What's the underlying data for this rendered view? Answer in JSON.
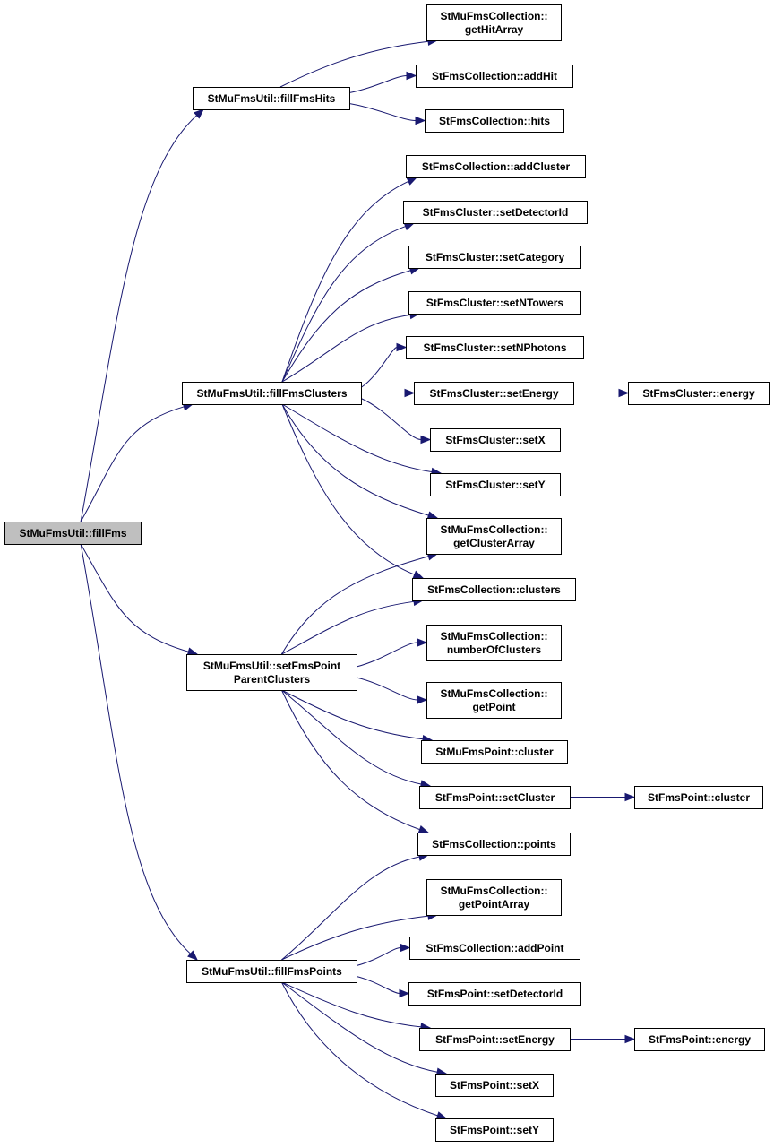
{
  "graph": {
    "nodes": [
      {
        "id": "fillFms",
        "lines": [
          "StMuFmsUtil::fillFms"
        ],
        "root": true
      },
      {
        "id": "fillFmsHits",
        "lines": [
          "StMuFmsUtil::fillFmsHits"
        ]
      },
      {
        "id": "fillFmsClusters",
        "lines": [
          "StMuFmsUtil::fillFmsClusters"
        ]
      },
      {
        "id": "setFmsPointParentClusters",
        "lines": [
          "StMuFmsUtil::setFmsPoint",
          "ParentClusters"
        ]
      },
      {
        "id": "fillFmsPoints",
        "lines": [
          "StMuFmsUtil::fillFmsPoints"
        ]
      },
      {
        "id": "getHitArray",
        "lines": [
          "StMuFmsCollection::",
          "getHitArray"
        ]
      },
      {
        "id": "addHit",
        "lines": [
          "StFmsCollection::addHit"
        ]
      },
      {
        "id": "hits",
        "lines": [
          "StFmsCollection::hits"
        ]
      },
      {
        "id": "addCluster",
        "lines": [
          "StFmsCollection::addCluster"
        ]
      },
      {
        "id": "cl_setDetectorId",
        "lines": [
          "StFmsCluster::setDetectorId"
        ]
      },
      {
        "id": "cl_setCategory",
        "lines": [
          "StFmsCluster::setCategory"
        ]
      },
      {
        "id": "cl_setNTowers",
        "lines": [
          "StFmsCluster::setNTowers"
        ]
      },
      {
        "id": "cl_setNPhotons",
        "lines": [
          "StFmsCluster::setNPhotons"
        ]
      },
      {
        "id": "cl_setEnergy",
        "lines": [
          "StFmsCluster::setEnergy"
        ]
      },
      {
        "id": "cl_energy",
        "lines": [
          "StFmsCluster::energy"
        ]
      },
      {
        "id": "cl_setX",
        "lines": [
          "StFmsCluster::setX"
        ]
      },
      {
        "id": "cl_setY",
        "lines": [
          "StFmsCluster::setY"
        ]
      },
      {
        "id": "getClusterArray",
        "lines": [
          "StMuFmsCollection::",
          "getClusterArray"
        ]
      },
      {
        "id": "clusters",
        "lines": [
          "StFmsCollection::clusters"
        ]
      },
      {
        "id": "numberOfClusters",
        "lines": [
          "StMuFmsCollection::",
          "numberOfClusters"
        ]
      },
      {
        "id": "getPoint",
        "lines": [
          "StMuFmsCollection::",
          "getPoint"
        ]
      },
      {
        "id": "mupt_cluster",
        "lines": [
          "StMuFmsPoint::cluster"
        ]
      },
      {
        "id": "pt_setCluster",
        "lines": [
          "StFmsPoint::setCluster"
        ]
      },
      {
        "id": "pt_cluster",
        "lines": [
          "StFmsPoint::cluster"
        ]
      },
      {
        "id": "points",
        "lines": [
          "StFmsCollection::points"
        ]
      },
      {
        "id": "getPointArray",
        "lines": [
          "StMuFmsCollection::",
          "getPointArray"
        ]
      },
      {
        "id": "addPoint",
        "lines": [
          "StFmsCollection::addPoint"
        ]
      },
      {
        "id": "pt_setDetectorId",
        "lines": [
          "StFmsPoint::setDetectorId"
        ]
      },
      {
        "id": "pt_setEnergy",
        "lines": [
          "StFmsPoint::setEnergy"
        ]
      },
      {
        "id": "pt_energy",
        "lines": [
          "StFmsPoint::energy"
        ]
      },
      {
        "id": "pt_setX",
        "lines": [
          "StFmsPoint::setX"
        ]
      },
      {
        "id": "pt_setY",
        "lines": [
          "StFmsPoint::setY"
        ]
      }
    ],
    "edges": [
      [
        "fillFms",
        "fillFmsHits"
      ],
      [
        "fillFms",
        "fillFmsClusters"
      ],
      [
        "fillFms",
        "setFmsPointParentClusters"
      ],
      [
        "fillFms",
        "fillFmsPoints"
      ],
      [
        "fillFmsHits",
        "getHitArray"
      ],
      [
        "fillFmsHits",
        "addHit"
      ],
      [
        "fillFmsHits",
        "hits"
      ],
      [
        "fillFmsClusters",
        "addCluster"
      ],
      [
        "fillFmsClusters",
        "cl_setDetectorId"
      ],
      [
        "fillFmsClusters",
        "cl_setCategory"
      ],
      [
        "fillFmsClusters",
        "cl_setNTowers"
      ],
      [
        "fillFmsClusters",
        "cl_setNPhotons"
      ],
      [
        "fillFmsClusters",
        "cl_setEnergy"
      ],
      [
        "fillFmsClusters",
        "cl_setX"
      ],
      [
        "fillFmsClusters",
        "cl_setY"
      ],
      [
        "fillFmsClusters",
        "getClusterArray"
      ],
      [
        "fillFmsClusters",
        "clusters"
      ],
      [
        "cl_setEnergy",
        "cl_energy"
      ],
      [
        "setFmsPointParentClusters",
        "getClusterArray"
      ],
      [
        "setFmsPointParentClusters",
        "clusters"
      ],
      [
        "setFmsPointParentClusters",
        "numberOfClusters"
      ],
      [
        "setFmsPointParentClusters",
        "getPoint"
      ],
      [
        "setFmsPointParentClusters",
        "mupt_cluster"
      ],
      [
        "setFmsPointParentClusters",
        "pt_setCluster"
      ],
      [
        "setFmsPointParentClusters",
        "points"
      ],
      [
        "pt_setCluster",
        "pt_cluster"
      ],
      [
        "fillFmsPoints",
        "points"
      ],
      [
        "fillFmsPoints",
        "getPointArray"
      ],
      [
        "fillFmsPoints",
        "addPoint"
      ],
      [
        "fillFmsPoints",
        "pt_setDetectorId"
      ],
      [
        "fillFmsPoints",
        "pt_setEnergy"
      ],
      [
        "fillFmsPoints",
        "pt_setX"
      ],
      [
        "fillFmsPoints",
        "pt_setY"
      ],
      [
        "pt_setEnergy",
        "pt_energy"
      ]
    ]
  }
}
